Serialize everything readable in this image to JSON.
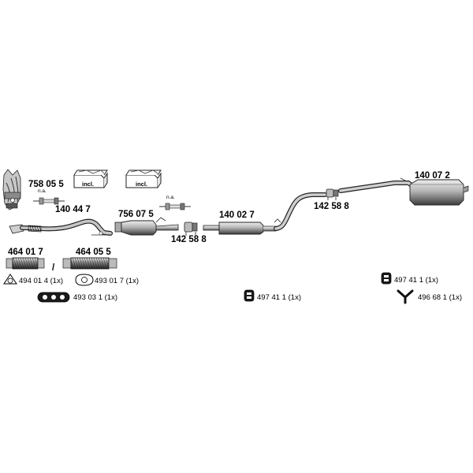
{
  "parts": {
    "manifold": "758 05 5",
    "front_pipe": "140 44 7",
    "converter": "756 07 5",
    "gasket_a": "142 58 8",
    "gasket_b": "142 58 8",
    "centre_silencer": "140 02 7",
    "rear_silencer": "140 07 2",
    "flex_a": "464 01 7",
    "flex_b": "464 05 5"
  },
  "labels": {
    "na_a": "n.a.",
    "na_b": "n.a.",
    "incl_a": "incl.",
    "incl_b": "incl.",
    "separator": "/"
  },
  "accessories": {
    "flange_tri": "494 01 4 (1x)",
    "flange_oval": "493 01 7 (1x)",
    "rubber_ring": "493 03 1 (1x)",
    "hanger_centre": "497 41 1 (1x)",
    "hanger_right": "497 41 1 (1x)",
    "y_hanger": "496 68 1 (1x)"
  }
}
